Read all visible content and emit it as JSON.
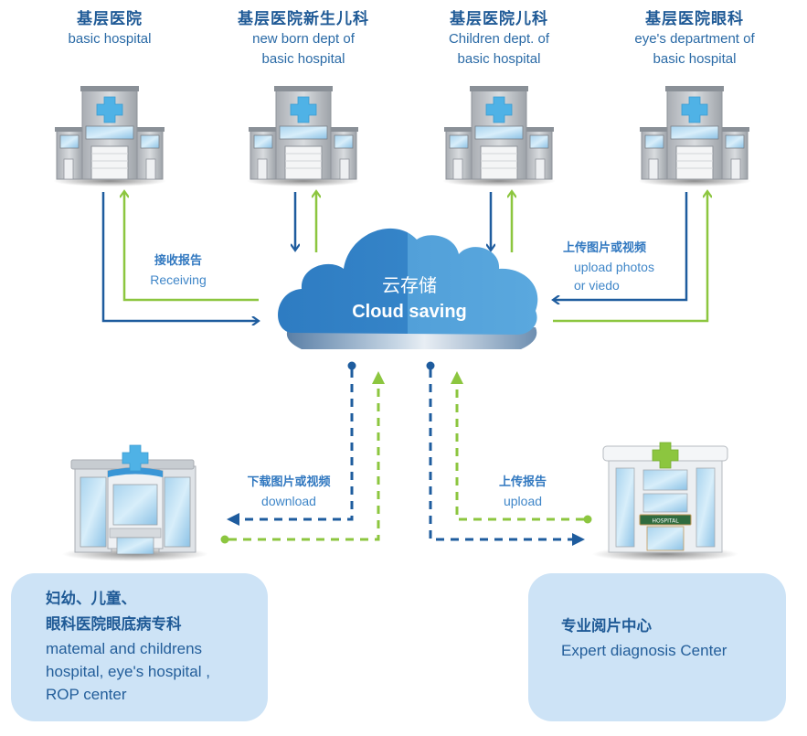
{
  "top_hospitals": [
    {
      "cn": "基层医院",
      "en": "basic hospital",
      "icon": "hospital-building-icon"
    },
    {
      "cn": "基层医院新生儿科",
      "en": "new born dept of basic hospital",
      "icon": "hospital-building-icon"
    },
    {
      "cn": "基层医院儿科",
      "en": "Children dept. of basic hospital",
      "icon": "hospital-building-icon"
    },
    {
      "cn": "基层医院眼科",
      "en": "eye's department of basic hospital",
      "icon": "hospital-building-icon"
    }
  ],
  "top_hospital_lines": [
    {
      "line1": "basic hospital",
      "line2": ""
    },
    {
      "line1": "new born dept of",
      "line2": "basic hospital"
    },
    {
      "line1": "Children dept. of",
      "line2": "basic hospital"
    },
    {
      "line1": "eye's department of",
      "line2": "basic hospital"
    }
  ],
  "cloud": {
    "cn": "云存储",
    "en": "Cloud saving",
    "icon": "cloud-icon"
  },
  "arrow_labels": {
    "receiving": {
      "cn": "接收报告",
      "en": "Receiving"
    },
    "upload_photos": {
      "cn": "上传图片或视频",
      "en_line1": "upload photos",
      "en_line2": "or viedo"
    },
    "download": {
      "cn": "下载图片或视频",
      "en": "download"
    },
    "upload_report": {
      "cn": "上传报告",
      "en": "upload"
    }
  },
  "bottom_left": {
    "cn_line1": "妇幼、儿童、",
    "cn_line2": "眼科医院眼底病专科",
    "en_line1": "matemal and childrens",
    "en_line2": "hospital, eye's hospital ,",
    "en_line3": "ROP center",
    "icon": "specialty-hospital-icon"
  },
  "bottom_right": {
    "cn": "专业阅片中心",
    "en": "Expert diagnosis Center",
    "sign": "HOSPITAL",
    "icon": "expert-center-hospital-icon"
  },
  "colors": {
    "blue_arrow": "#1e5c9e",
    "green_arrow": "#8cc63f",
    "cloud_dark": "#2f7fc4",
    "cloud_light": "#5aa6dc",
    "box_bg": "#cde3f6",
    "title_text": "#1f5a96"
  }
}
